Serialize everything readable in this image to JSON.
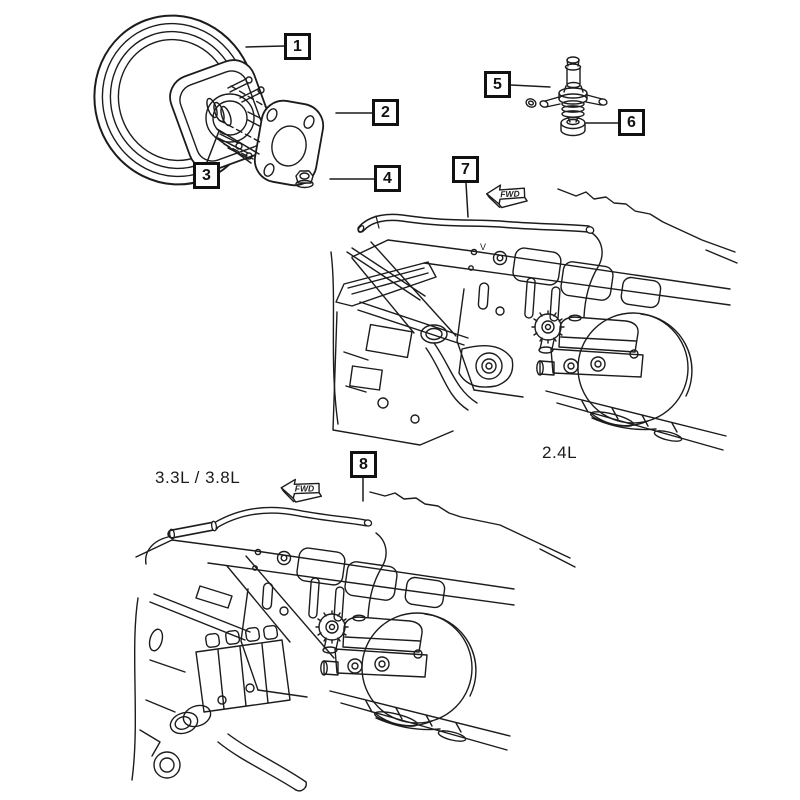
{
  "colors": {
    "background": "#ffffff",
    "line": "#1c1c1c",
    "callout_border": "#111111"
  },
  "callouts": [
    {
      "number": "1"
    },
    {
      "number": "2"
    },
    {
      "number": "3"
    },
    {
      "number": "4"
    },
    {
      "number": "5"
    },
    {
      "number": "6"
    },
    {
      "number": "7"
    },
    {
      "number": "8"
    }
  ],
  "labels": {
    "engine_mid": "2.4L",
    "engine_bottom": "3.3L  /  3.8L",
    "fwd": "FWD",
    "cowl_mark": "V"
  }
}
